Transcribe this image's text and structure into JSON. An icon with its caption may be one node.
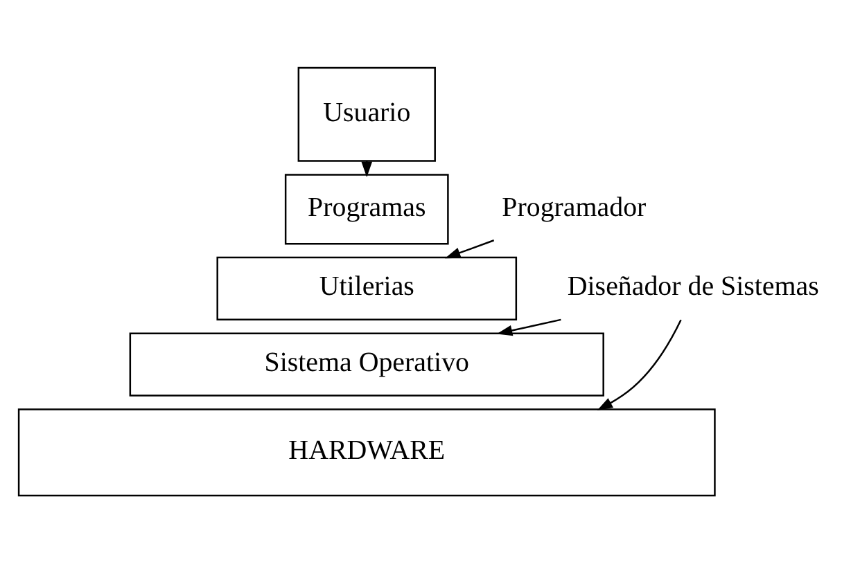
{
  "diagram": {
    "nodes": [
      {
        "text": [
          "Usuario"
        ]
      },
      {
        "text": [
          "Programas"
        ]
      },
      {
        "text": [
          "Utilerias"
        ]
      },
      {
        "text": [
          "Sistema Operativo"
        ]
      },
      {
        "text": [
          "HARDWARE"
        ]
      },
      {
        "text": [
          "Programador"
        ]
      },
      {
        "text": [
          "Diseñador de Sistemas"
        ]
      }
    ],
    "edges": [
      {
        "from": 0,
        "to": 1,
        "arrow": "to"
      },
      {
        "from": 5,
        "to": 2,
        "arrow": "to"
      },
      {
        "from": 6,
        "to": 3,
        "arrow": "to"
      },
      {
        "from": 6,
        "to": 4,
        "arrow": "to"
      }
    ]
  }
}
